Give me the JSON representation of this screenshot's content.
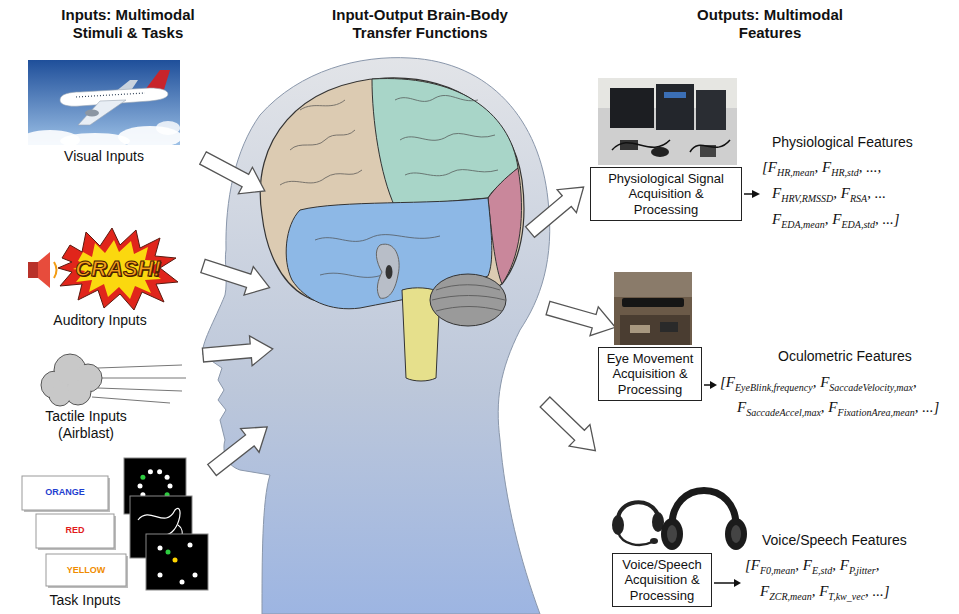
{
  "diagram": {
    "nodes": [
      {
        "text": [
          "Physiological Signal Acquisition & Processing"
        ]
      },
      {
        "text": [
          "Eye Movement Acquisition & Processing"
        ]
      },
      {
        "text": [
          "Voice/Speech Acquisition & Processing"
        ]
      }
    ],
    "labels": [
      "Inputs: Multimodal Stimuli & Tasks",
      "Input-Output Brain-Body Transfer Functions",
      "Outputs: Multimodal Features",
      "Visual Inputs",
      "CRASH!",
      "Auditory Inputs",
      "Tactile Inputs (Airblast)",
      "ORANGE",
      "RED",
      "YELLOW",
      "Task Inputs",
      "Physiological Features",
      "[F",
      "HR,mean",
      ", F",
      "HR,std",
      ", ...,",
      "F",
      "HRV,RMSSD",
      ", F",
      "RSA",
      ", ...",
      "F",
      "EDA,mean",
      ", F",
      "EDA,std",
      ", ...]",
      "Oculometric Features",
      "[F",
      "EyeBlink,frequency",
      ", F",
      "SaccadeVelocity,max",
      ",",
      "F",
      "SaccadeAccel,max",
      ", F",
      "FixationArea,mean",
      ", ...]",
      "Voice/Speech Features",
      "[F",
      "F0,mean",
      ", F",
      "E,std",
      ", F",
      "P,jitter",
      ",",
      "F",
      "ZCR,mean",
      ", F",
      "T,kw_vec",
      ", ...]"
    ]
  }
}
